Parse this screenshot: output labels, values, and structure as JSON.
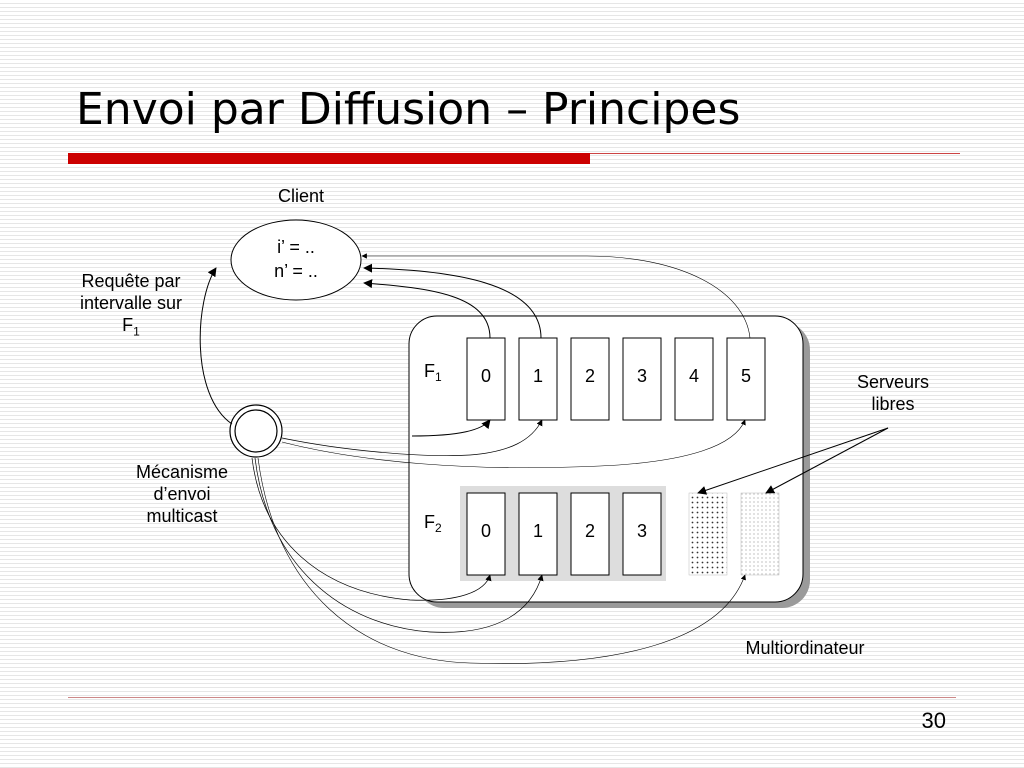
{
  "slide": {
    "title": "Envoi par Diffusion – Principes",
    "page_number": "30"
  },
  "diagram": {
    "client_label": "Client",
    "client_var_i": "i’ = ..",
    "client_var_n": "n’ = ..",
    "request_label_line1": "Requête par",
    "request_label_line2": "intervalle sur",
    "request_label_f": "F",
    "request_label_f_sub": "1",
    "multicast_line1": "Mécanisme",
    "multicast_line2": "d’envoi",
    "multicast_line3": "multicast",
    "free_servers_line1": "Serveurs",
    "free_servers_line2": "libres",
    "multicomputer_label": "Multiordinateur",
    "f1_label": "F",
    "f1_sub": "1",
    "f2_label": "F",
    "f2_sub": "2",
    "f1_servers": [
      "0",
      "1",
      "2",
      "3",
      "4",
      "5"
    ],
    "f2_servers": [
      "0",
      "1",
      "2",
      "3"
    ]
  }
}
